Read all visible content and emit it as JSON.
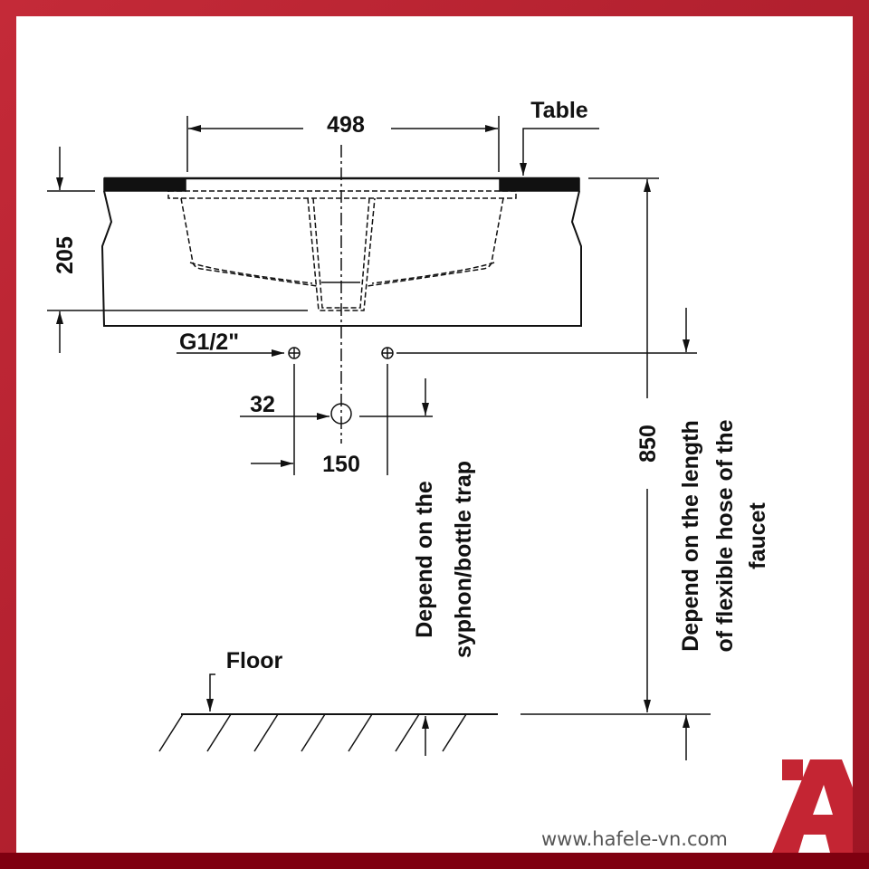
{
  "diagram": {
    "labels": {
      "table": "Table",
      "width": "498",
      "height_cabinet": "205",
      "inlet": "G1/2\"",
      "drain_diameter": "32",
      "inlet_spacing": "150",
      "total_height": "850",
      "floor": "Floor",
      "syphon_note": [
        "Depend on the",
        "syphon/bottle trap"
      ],
      "hose_note": [
        "Depend on the length",
        "of flexible hose of the",
        "faucet"
      ]
    },
    "icons": {
      "inlet_left": "crosshair-circle-icon",
      "inlet_right": "crosshair-circle-icon",
      "drain": "circle-icon"
    }
  },
  "branding": {
    "website": "www.hafele-vn.com",
    "logo": "hafele-logo",
    "brand_color": "#c42533"
  },
  "colors": {
    "frame": "#b01d2c",
    "bottom_strip": "#7f0010",
    "line": "#111111"
  }
}
